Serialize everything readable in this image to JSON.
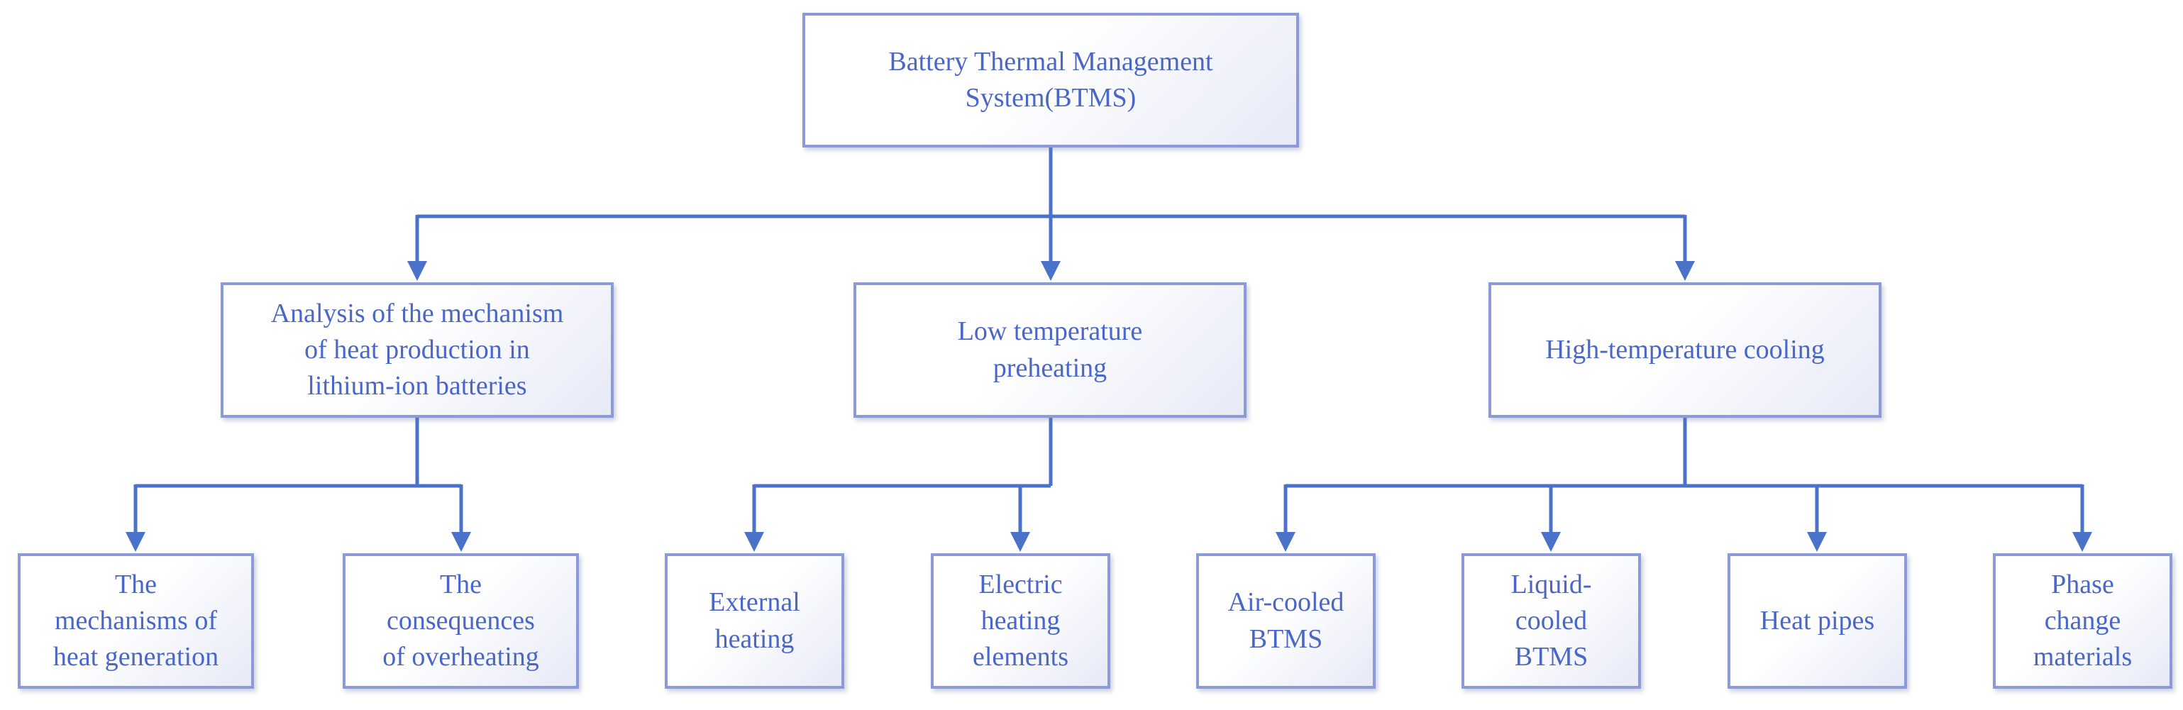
{
  "root": {
    "lines": [
      "Battery Thermal Management",
      "System(BTMS)"
    ]
  },
  "branches": [
    {
      "lines": [
        "Analysis of the mechanism",
        "of heat production in",
        "lithium-ion batteries"
      ]
    },
    {
      "lines": [
        "Low temperature",
        "preheating"
      ]
    },
    {
      "lines": [
        "High-temperature cooling"
      ]
    }
  ],
  "leaves": [
    {
      "lines": [
        "The",
        "mechanisms of",
        "heat generation"
      ]
    },
    {
      "lines": [
        "The",
        "consequences",
        "of overheating"
      ]
    },
    {
      "lines": [
        "External",
        "heating"
      ]
    },
    {
      "lines": [
        "Electric",
        "heating",
        "elements"
      ]
    },
    {
      "lines": [
        "Air-cooled",
        "BTMS"
      ]
    },
    {
      "lines": [
        "Liquid-",
        "cooled",
        "BTMS"
      ]
    },
    {
      "lines": [
        "Heat pipes"
      ]
    },
    {
      "lines": [
        "Phase",
        "change",
        "materials"
      ]
    }
  ],
  "colors": {
    "line": "#4a72c9",
    "box_border": "#8c9ad8",
    "text": "#4a67c7"
  }
}
